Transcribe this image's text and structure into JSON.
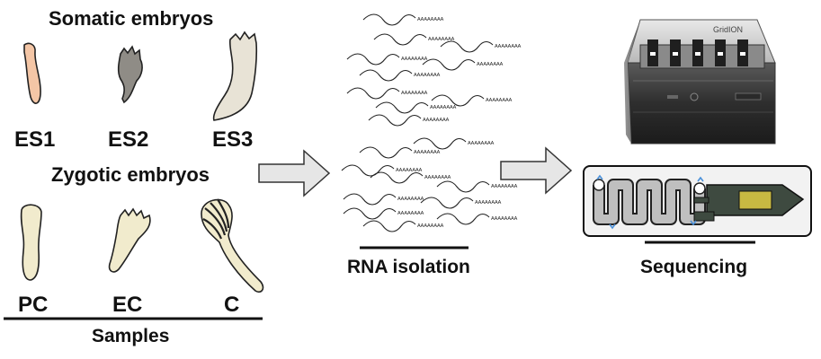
{
  "somatic": {
    "heading": "Somatic embryos",
    "samples": [
      "ES1",
      "ES2",
      "ES3"
    ]
  },
  "zygotic": {
    "heading": "Zygotic embryos",
    "samples": [
      "PC",
      "EC",
      "C"
    ]
  },
  "samples_caption": "Samples",
  "rna": {
    "caption": "RNA isolation",
    "polya_tag": "AAAAAAAA"
  },
  "sequencing": {
    "caption": "Sequencing",
    "device_brand": "GridION"
  },
  "colors": {
    "es1_embryo": "#f4c6a6",
    "es2_embryo": "#8f8c86",
    "es3_embryo": "#e8e3d6",
    "zygotic_embryo": "#f1ebcd",
    "arrow_fill": "#e6e6e6",
    "flowcell_channel": "#bfbfbf",
    "flowcell_chip": "#c8b942",
    "flowcell_body": "#3e4a40",
    "pore_marker": "#4a90d9"
  }
}
